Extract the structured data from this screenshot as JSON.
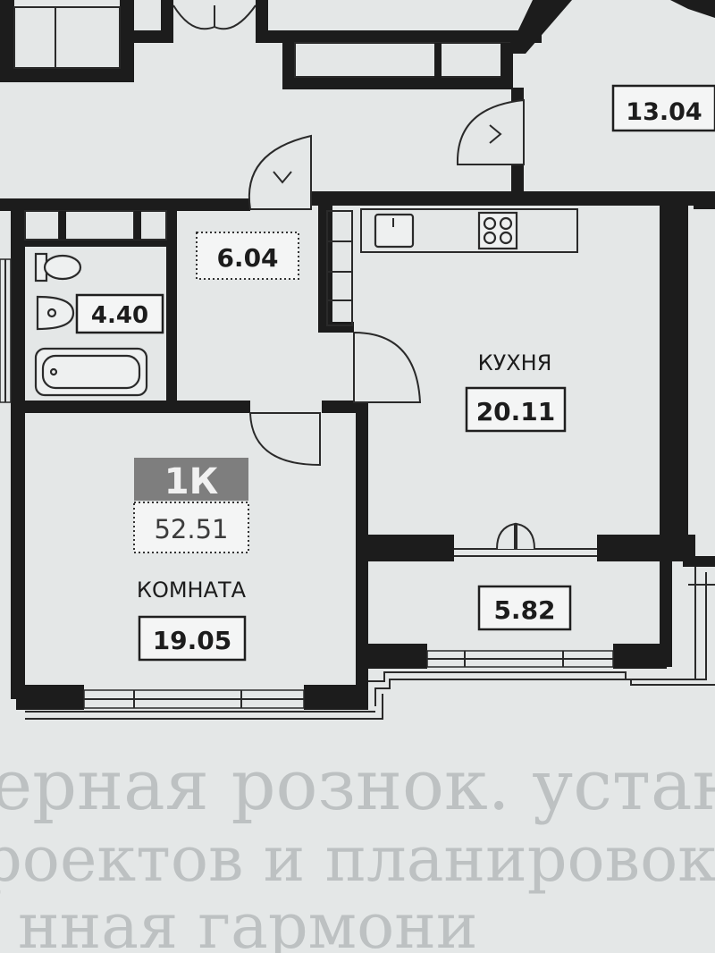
{
  "rooms": {
    "neighbor_area": "13.04",
    "hall_area": "6.04",
    "bath_area": "4.40",
    "kitchen_label": "КУХНЯ",
    "kitchen_area": "20.11",
    "badge_text": "1К",
    "total_area": "52.51",
    "room_label": "КОМНАТА",
    "room_area": "19.05",
    "balcony_area": "5.82"
  },
  "bleed_text": {
    "line1": "ерная рознок. установл",
    "line2": "роектов и планировок. Мы",
    "line3": "нная гармони"
  },
  "colors": {
    "wall": "#1c1c1c",
    "paper": "#e4e7e7",
    "badge_fill": "#7e7e7e"
  }
}
